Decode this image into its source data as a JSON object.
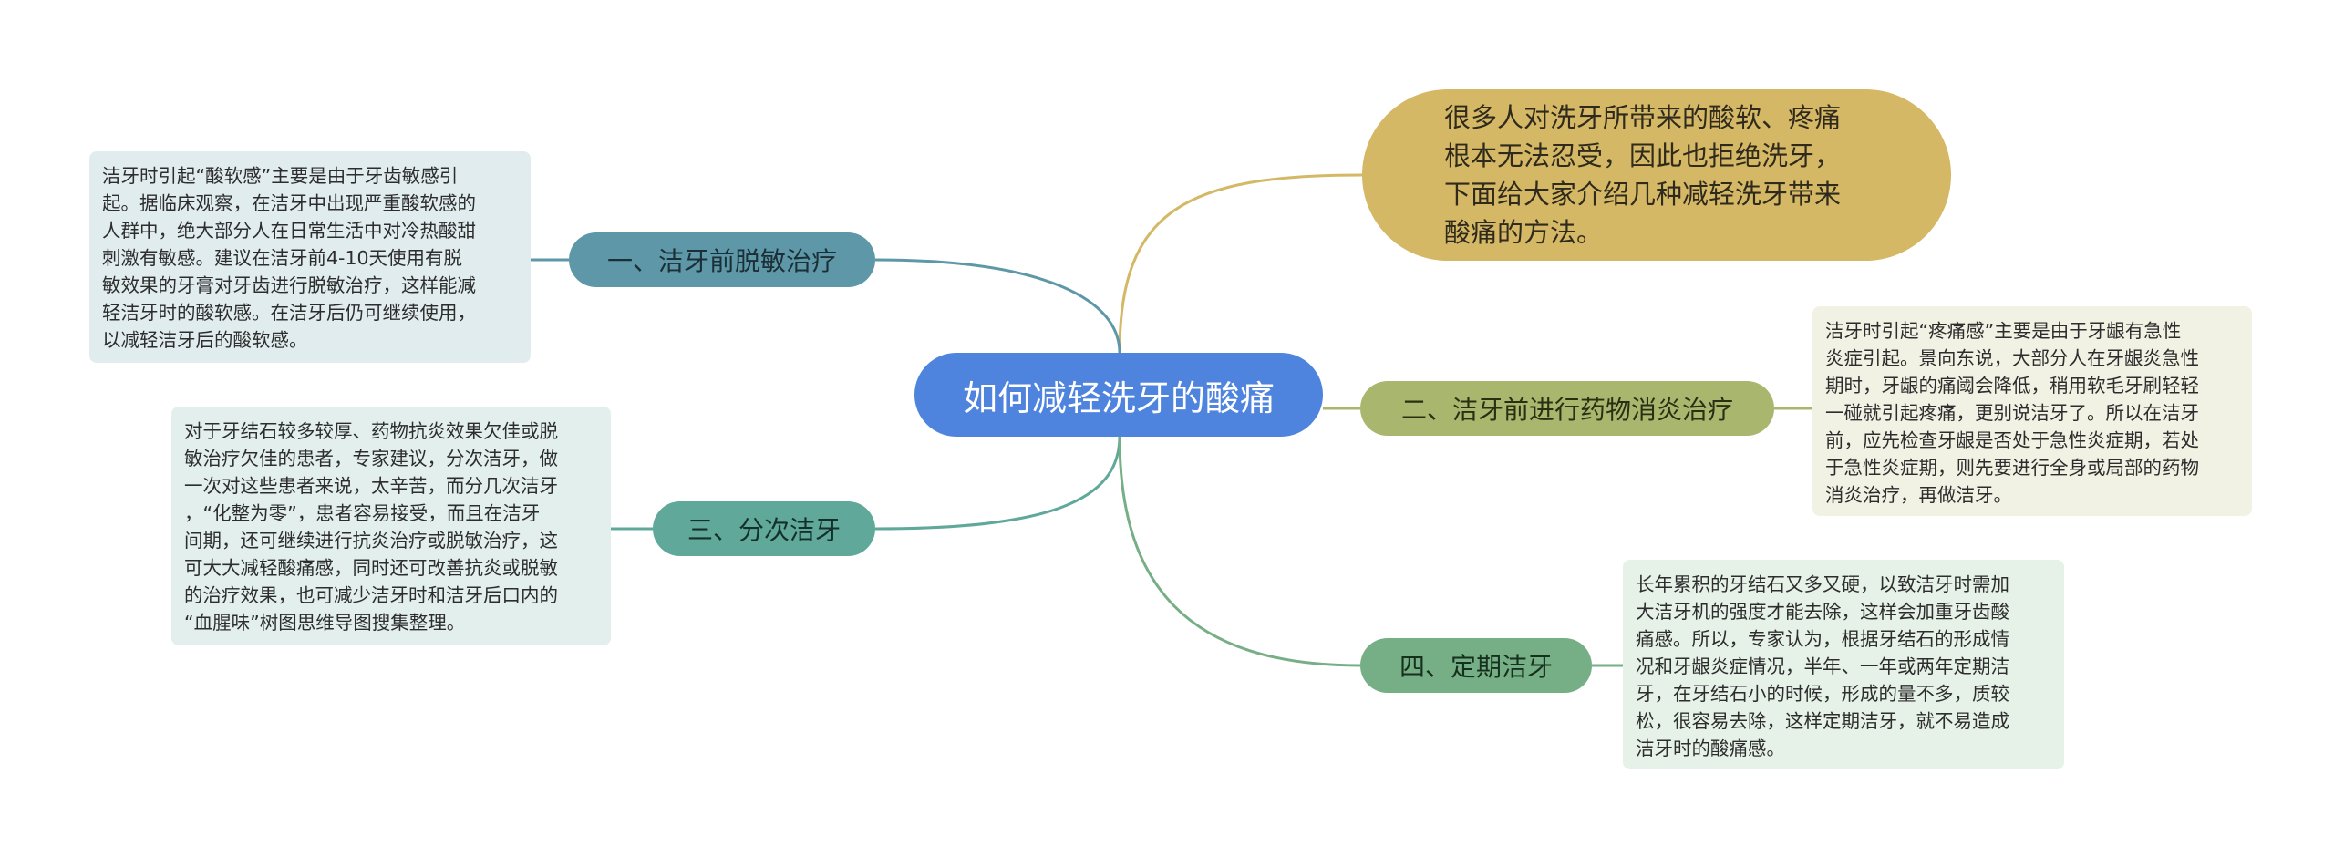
{
  "colors": {
    "center": "#4e83de",
    "intro": "#d4b865",
    "branch1": "#5e98a8",
    "branch2": "#a9b66e",
    "branch3": "#5fa89a",
    "branch4": "#76ae85"
  },
  "center_topic": "如何减轻洗牙的酸痛",
  "intro": {
    "lines": [
      "很多人对洗牙所带来的酸软、疼痛",
      "根本无法忍受，因此也拒绝洗牙，",
      "下面给大家介绍几种减轻洗牙带来",
      "酸痛的方法。"
    ]
  },
  "branches": [
    {
      "label": "一、洁牙前脱敏治疗",
      "detail": [
        "洁牙时引起“酸软感”主要是由于牙齿敏感引",
        "起。据临床观察，在洁牙中出现严重酸软感的",
        "人群中，绝大部分人在日常生活中对冷热酸甜",
        "刺激有敏感。建议在洁牙前4-10天使用有脱",
        "敏效果的牙膏对牙齿进行脱敏治疗，这样能减",
        "轻洁牙时的酸软感。在洁牙后仍可继续使用，",
        "以减轻洁牙后的酸软感。"
      ]
    },
    {
      "label": "二、洁牙前进行药物消炎治疗",
      "detail": [
        "洁牙时引起“疼痛感”主要是由于牙龈有急性",
        "炎症引起。景向东说，大部分人在牙龈炎急性",
        "期时，牙龈的痛阈会降低，稍用软毛牙刷轻轻",
        "一碰就引起疼痛，更别说洁牙了。所以在洁牙",
        "前，应先检查牙龈是否处于急性炎症期，若处",
        "于急性炎症期，则先要进行全身或局部的药物",
        "消炎治疗，再做洁牙。"
      ]
    },
    {
      "label": "三、分次洁牙",
      "detail": [
        "对于牙结石较多较厚、药物抗炎效果欠佳或脱",
        "敏治疗欠佳的患者，专家建议，分次洁牙，做",
        "一次对这些患者来说，太辛苦，而分几次洁牙",
        "，“化整为零”，患者容易接受，而且在洁牙",
        "间期，还可继续进行抗炎治疗或脱敏治疗，这",
        "可大大减轻酸痛感，同时还可改善抗炎或脱敏",
        "的治疗效果，也可减少洁牙时和洁牙后口内的",
        "“血腥味”树图思维导图搜集整理。"
      ]
    },
    {
      "label": "四、定期洁牙",
      "detail": [
        "长年累积的牙结石又多又硬，以致洁牙时需加",
        "大洁牙机的强度才能去除，这样会加重牙齿酸",
        "痛感。所以，专家认为，根据牙结石的形成情",
        "况和牙龈炎症情况，半年、一年或两年定期洁",
        "牙，在牙结石小的时候，形成的量不多，质较",
        "松，很容易去除，这样定期洁牙，就不易造成",
        "洁牙时的酸痛感。"
      ]
    }
  ]
}
